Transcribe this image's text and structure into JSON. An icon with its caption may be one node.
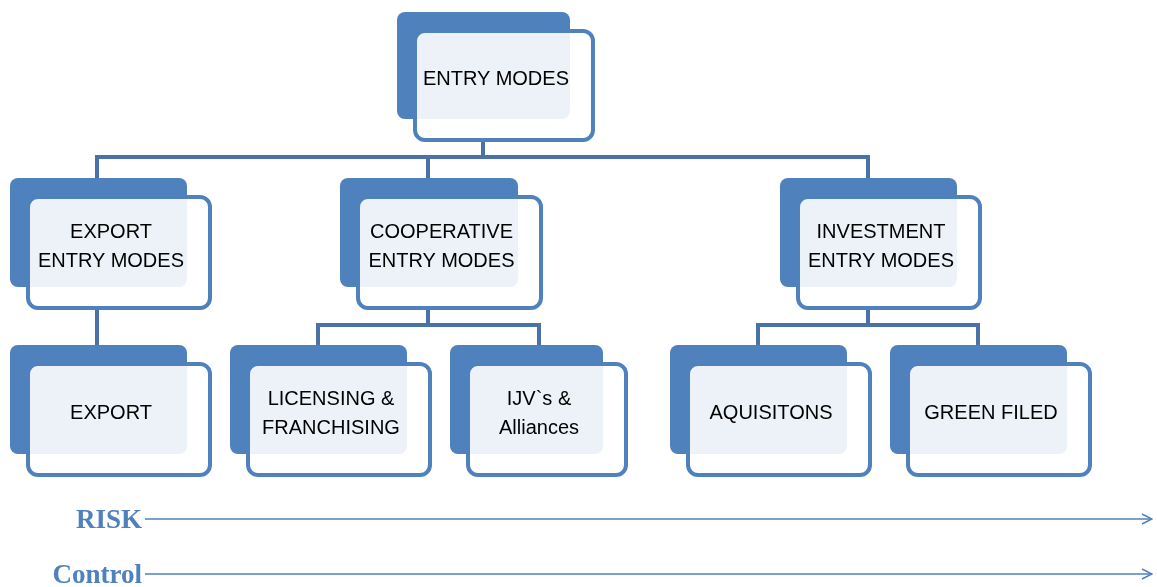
{
  "diagram": {
    "nodes": [
      {
        "text": [
          "ENTRY MODES"
        ]
      },
      {
        "text": [
          "EXPORT ENTRY MODES"
        ]
      },
      {
        "text": [
          "COOPERATIVE ENTRY MODES"
        ]
      },
      {
        "text": [
          "INVESTMENT ENTRY MODES"
        ]
      },
      {
        "text": [
          "EXPORT"
        ]
      },
      {
        "text": [
          "LICENSING & FRANCHISING"
        ]
      },
      {
        "text": [
          "IJV`s & Alliances"
        ]
      },
      {
        "text": [
          "AQUISITONS"
        ]
      },
      {
        "text": [
          "GREEN FILED"
        ]
      },
      {
        "text": [
          "RISK"
        ]
      },
      {
        "text": [
          "Control"
        ]
      }
    ],
    "edges": [
      {
        "from": 0,
        "to": 1,
        "arrow": "none"
      },
      {
        "from": 0,
        "to": 2,
        "arrow": "none"
      },
      {
        "from": 0,
        "to": 3,
        "arrow": "none"
      },
      {
        "from": 1,
        "to": 4,
        "arrow": "none"
      },
      {
        "from": 2,
        "to": 5,
        "arrow": "none"
      },
      {
        "from": 2,
        "to": 6,
        "arrow": "none"
      },
      {
        "from": 3,
        "to": 7,
        "arrow": "none"
      },
      {
        "from": 3,
        "to": 8,
        "arrow": "none"
      },
      {
        "from": 9,
        "to": null,
        "arrow": "to"
      },
      {
        "from": 10,
        "to": null,
        "arrow": "to"
      }
    ]
  }
}
